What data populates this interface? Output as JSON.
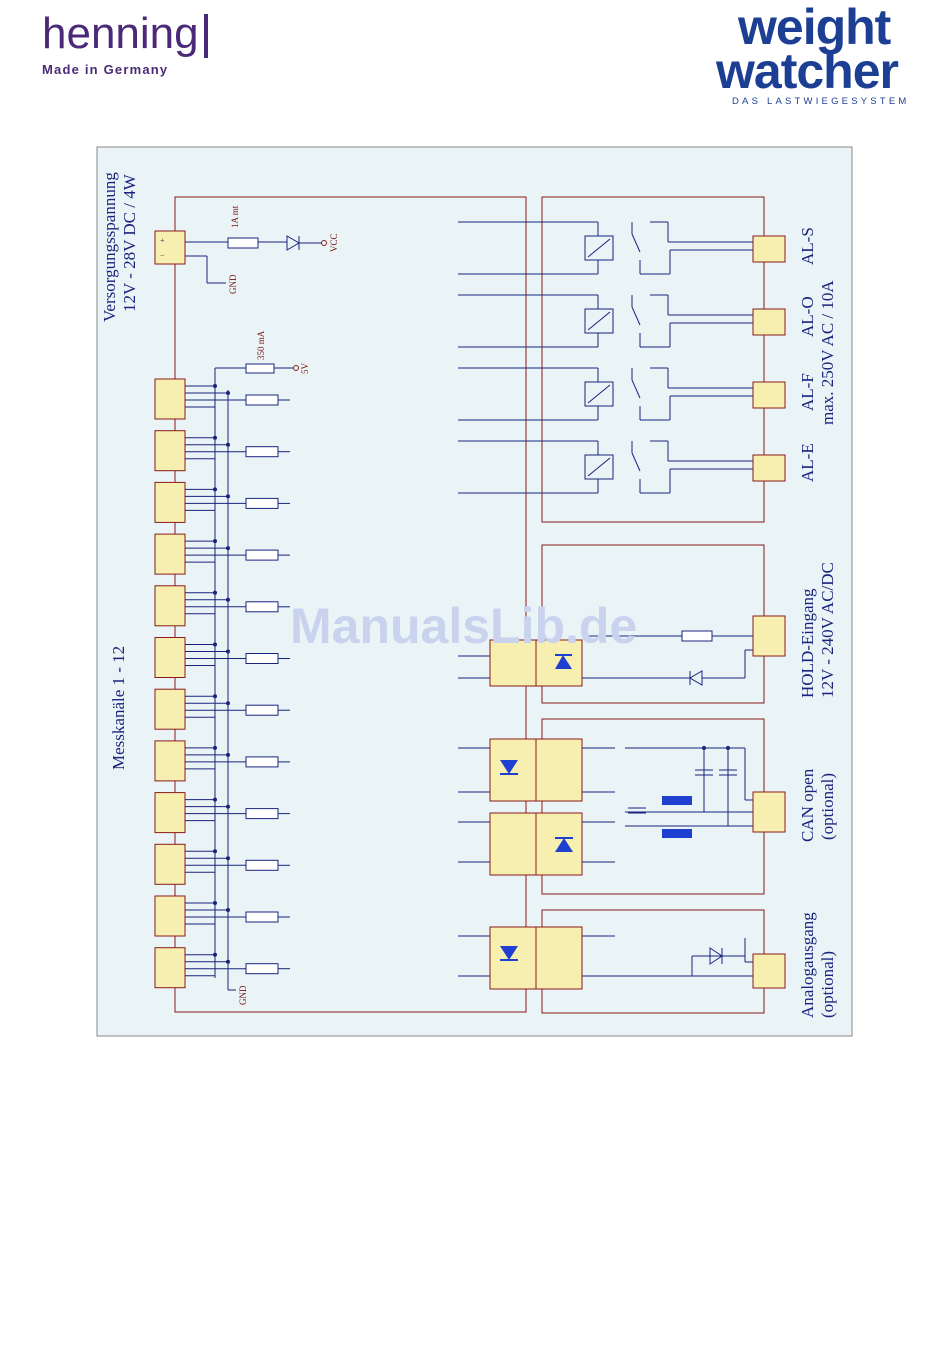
{
  "logos": {
    "henning_name": "henning",
    "henning_tagline": "Made in Germany",
    "weightwatcher_line1": "weight",
    "weightwatcher_line2": "watcher",
    "weightwatcher_tagline": "DAS LASTWIEGESYSTEM"
  },
  "watermark": "ManualsLib.de",
  "supply": {
    "label_line1": "Versorgungsspannung",
    "label_line2": "12V - 28V DC / 4W",
    "fuse": "1A mt",
    "vcc": "VCC",
    "gnd": "GND"
  },
  "channels": {
    "label": "Messkanäle 1 - 12",
    "fuse": "350 mA",
    "v5": "5V",
    "gnd": "GND",
    "count": 12
  },
  "relays": {
    "labels": [
      "AL-S",
      "AL-O",
      "AL-F",
      "AL-E"
    ],
    "rating": "max. 250V AC / 10A"
  },
  "hold": {
    "label_line1": "HOLD-Eingang",
    "label_line2": "12V - 240V AC/DC"
  },
  "can": {
    "label_line1": "CAN open",
    "label_line2": "(optional)"
  },
  "analog": {
    "label_line1": "Analogausgang",
    "label_line2": "(optional)"
  },
  "colors": {
    "border_dark_red": "#8b1a1a",
    "panel_fill": "#eaf4f6",
    "connector_fill": "#f7efb0",
    "wire": "#1a237e",
    "led_blue": "#1f3fd0"
  }
}
